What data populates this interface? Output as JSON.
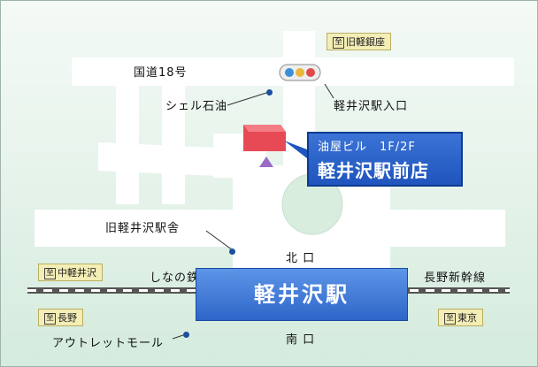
{
  "map": {
    "labels": {
      "route18": "国道18号",
      "shell": "シェル石油",
      "station_entrance": "軽井沢駅入口",
      "old_station": "旧軽井沢駅舎",
      "north_exit": "北 口",
      "south_exit": "南 口",
      "shinano": "しなの鉄道",
      "shinkansen": "長野新幹線",
      "outlet": "アウトレットモール"
    },
    "directions": {
      "zhi": "至",
      "old_ginza": "旧軽銀座",
      "naka_karuizawa": "中軽井沢",
      "nagano": "長野",
      "tokyo": "東京"
    },
    "building": {
      "line1": "油屋ビル　1F/2F",
      "line2": "軽井沢駅前店"
    },
    "station_name": "軽井沢駅",
    "colors": {
      "road": "#ffffff",
      "station_blue": "#2e66c9",
      "building_red": "#e84a55",
      "pin_purple": "#9b6bc8",
      "rail": "#555555"
    }
  }
}
